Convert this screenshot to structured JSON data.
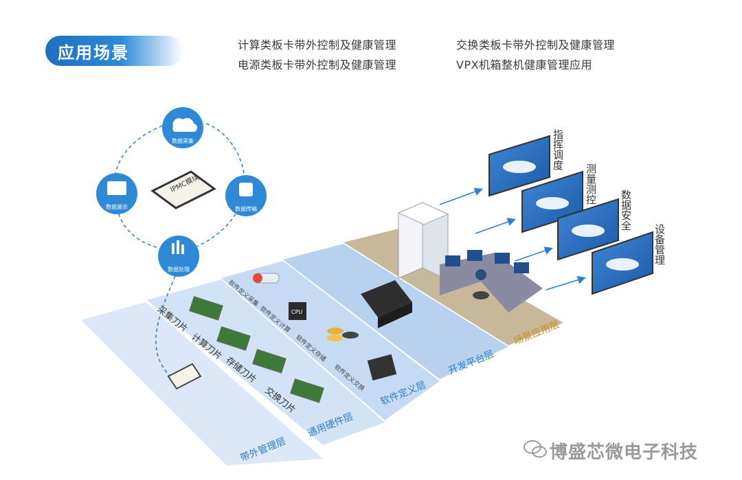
{
  "header": {
    "title": "应用场景",
    "apps": [
      "计算类板卡带外控制及健康管理",
      "交换类板卡带外控制及健康管理",
      "电源类板卡带外控制及健康管理",
      "VPX机箱整机健康管理应用"
    ]
  },
  "cycle": {
    "nodes": [
      "数据采集",
      "数据传输",
      "数据处理",
      "数据展示"
    ],
    "chip_label": "IPMC模块"
  },
  "layers": {
    "oob": "带外管理层",
    "hw": "通用硬件层",
    "sw": "软件定义层",
    "dev": "开发平台层",
    "scene": "场景应用层"
  },
  "hw_items": [
    "采集刀片",
    "计算刀片",
    "存储刀片",
    "交换刀片"
  ],
  "sw_items": [
    "软件定义采集",
    "软件定义计算",
    "软件定义存储",
    "软件定义交换"
  ],
  "chip_text": "CPU",
  "screens": [
    {
      "label": "指挥调度"
    },
    {
      "label": "测量测控"
    },
    {
      "label": "数据安全"
    },
    {
      "label": "设备管理"
    }
  ],
  "watermark": "博盛芯微电子科技",
  "colors": {
    "accent": "#2d8ad8",
    "layer_light": "#dce8f7",
    "layer_mid": "#c9dcf3",
    "layer_dark": "#b9d2ef",
    "scene": "#c8b89a",
    "label_blue": "#2b7fd4",
    "scene_label": "#c7891c"
  }
}
